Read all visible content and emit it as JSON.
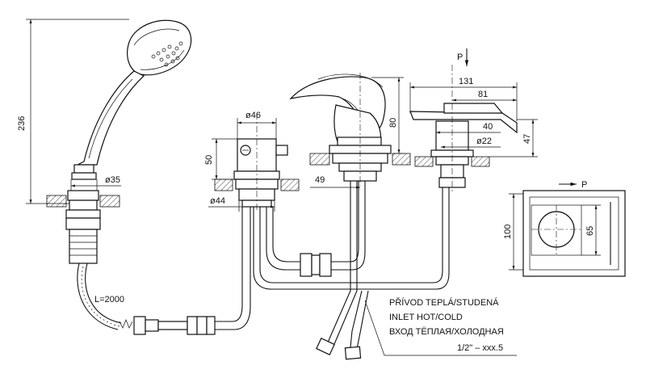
{
  "dimensions": {
    "shower_height": "236",
    "shower_nut_dia": "ø35",
    "diverter_body_dia": "ø46",
    "diverter_height": "50",
    "diverter_flange_dia": "ø44",
    "mixer_height": "80",
    "mixer_offset": "49",
    "spout_length": "131",
    "spout_inner_length": "81",
    "spout_body_width": "40",
    "spout_flange_dia": "ø22",
    "spout_height": "47",
    "plate_height": "100",
    "plate_cutout": "65"
  },
  "labels": {
    "pressure_top": "P",
    "pressure_right": "P",
    "hose_length": "L=2000"
  },
  "inlet_note": {
    "line1": "PŘÍVOD TEPLÁ/STUDENÁ",
    "line2": "INLET HOT/COLD",
    "line3": "ВХОД ТЁПЛАЯ/ХОЛОДНАЯ",
    "thread": "1/2\" – xxx.5"
  }
}
